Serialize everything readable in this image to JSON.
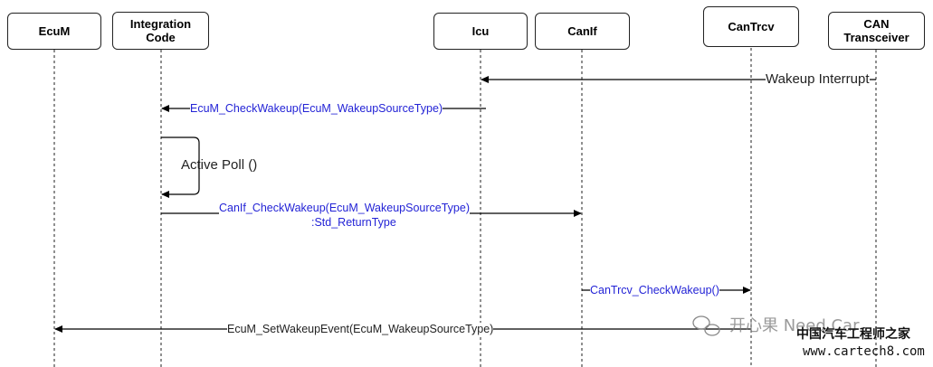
{
  "participants": [
    {
      "id": "ecum",
      "label": "EcuM"
    },
    {
      "id": "integration",
      "label": "Integration\nCode"
    },
    {
      "id": "icu",
      "label": "Icu"
    },
    {
      "id": "canif",
      "label": "CanIf"
    },
    {
      "id": "cantrcv",
      "label": "CanTrcv"
    },
    {
      "id": "transceiver",
      "label": "CAN\nTransceiver"
    }
  ],
  "messages": {
    "wakeup_interrupt": "Wakeup Interrupt",
    "check_wakeup": "EcuM_CheckWakeup(EcuM_WakeupSourceType)",
    "active_poll": "Active Poll  ()",
    "canif_check_line1": "CanIf_CheckWakeup(EcuM_WakeupSourceType)",
    "canif_check_line2": ":Std_ReturnType",
    "cantrcv_check": "CanTrcv_CheckWakeup()",
    "set_wakeup_event": "EcuM_SetWakeupEvent(EcuM_WakeupSourceType)"
  },
  "watermark": {
    "line1": "开心果 Need Car",
    "line2": "中国汽车工程师之家",
    "line3": "www.cartech8.com"
  },
  "colors": {
    "line": "#000000",
    "message_text": "#2323d6",
    "dark_text": "#222222"
  }
}
